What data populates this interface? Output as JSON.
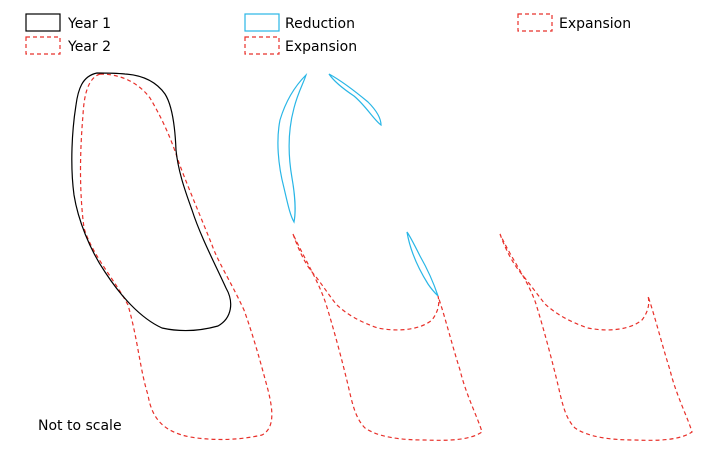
{
  "colors": {
    "year1": "#000000",
    "year2": "#e8302a",
    "reduction": "#29b6e6",
    "expansion": "#e8302a"
  },
  "legend": {
    "group1": {
      "year1_label": "Year 1",
      "year2_label": "Year 2"
    },
    "group2": {
      "reduction_label": "Reduction",
      "expansion_label": "Expansion"
    },
    "group3": {
      "expansion_label": "Expansion"
    }
  },
  "note": "Not to scale"
}
